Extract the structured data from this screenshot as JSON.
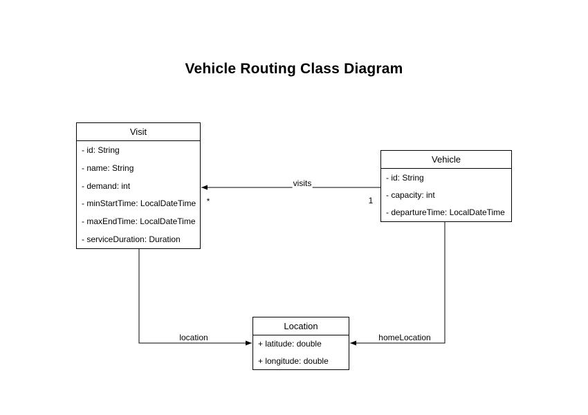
{
  "title": "Vehicle Routing Class Diagram",
  "colors": {
    "stroke": "#000000",
    "text": "#000000",
    "background": "#ffffff",
    "box_fill": "#ffffff"
  },
  "classes": [
    {
      "name": "Visit",
      "attributes": [
        "- id: String",
        "- name: String",
        "- demand: int",
        "- minStartTime: LocalDateTime",
        "- maxEndTime: LocalDateTime",
        "- serviceDuration: Duration"
      ]
    },
    {
      "name": "Vehicle",
      "attributes": [
        "- id: String",
        "- capacity: int",
        "- departureTime: LocalDateTime"
      ]
    },
    {
      "name": "Location",
      "attributes": [
        "+ latitude: double",
        "+ longitude: double"
      ]
    }
  ],
  "relationships": [
    {
      "label": "visits",
      "from": "Vehicle",
      "to": "Visit",
      "source_multiplicity": "1",
      "target_multiplicity": "*"
    },
    {
      "label": "location",
      "from": "Visit",
      "to": "Location"
    },
    {
      "label": "homeLocation",
      "from": "Vehicle",
      "to": "Location"
    }
  ]
}
